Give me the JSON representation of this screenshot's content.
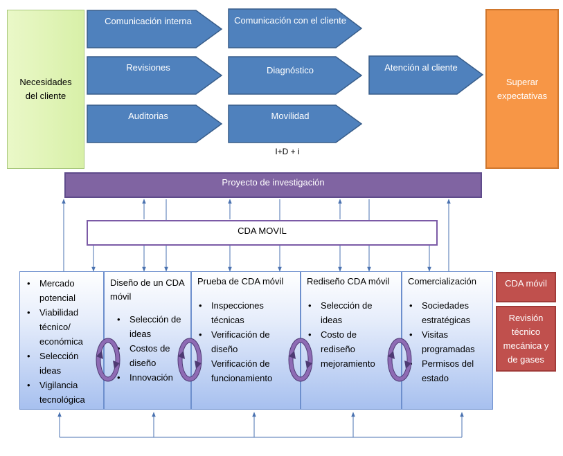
{
  "customer_needs": "Necesidades del cliente",
  "exceed_expectations": "Superar expectativas",
  "process_arrows": {
    "internal_communication": "Comunicación interna",
    "client_communication": "Comunicación con el cliente",
    "reviews": "Revisiones",
    "diagnosis": "Diagnóstico",
    "client_attention": "Atención al cliente",
    "audits": "Auditorias",
    "mobility": "Movilidad"
  },
  "rdi_label": "I+D + i",
  "research_project": "Proyecto de investigación",
  "cda_movil_bar": "CDA MOVIL",
  "stages": [
    {
      "title": "",
      "items": [
        "Mercado potencial",
        "Viabilidad técnico/ económica",
        "Selección ideas",
        "Vigilancia tecnológica"
      ]
    },
    {
      "title": "Diseño de un CDA móvil",
      "items": [
        "Selección de ideas",
        "Costos de diseño",
        "Innovación"
      ]
    },
    {
      "title": "Prueba de CDA móvil",
      "items": [
        "Inspecciones técnicas",
        "Verificación de diseño",
        "Verificación de funcionamiento"
      ]
    },
    {
      "title": "Rediseño  CDA móvil",
      "items": [
        "Selección de ideas",
        "Costo de rediseño",
        "mejoramiento"
      ]
    },
    {
      "title": "Comercialización",
      "items": [
        "Sociedades estratégicas",
        "Visitas programadas",
        "Permisos del estado"
      ]
    }
  ],
  "side_boxes": {
    "cda_movil": "CDA móvil",
    "review": "Revisión técnico mecánica y de gases"
  },
  "colors": {
    "arrow_fill": "#4f81bd",
    "arrow_border": "#385d8a",
    "research_bar": "#8064a2",
    "orange": "#f79646",
    "red": "#c0504d",
    "green": "#d8f0a8",
    "cycle_icon": "#7e5b9f",
    "connector": "#4a72b0"
  }
}
